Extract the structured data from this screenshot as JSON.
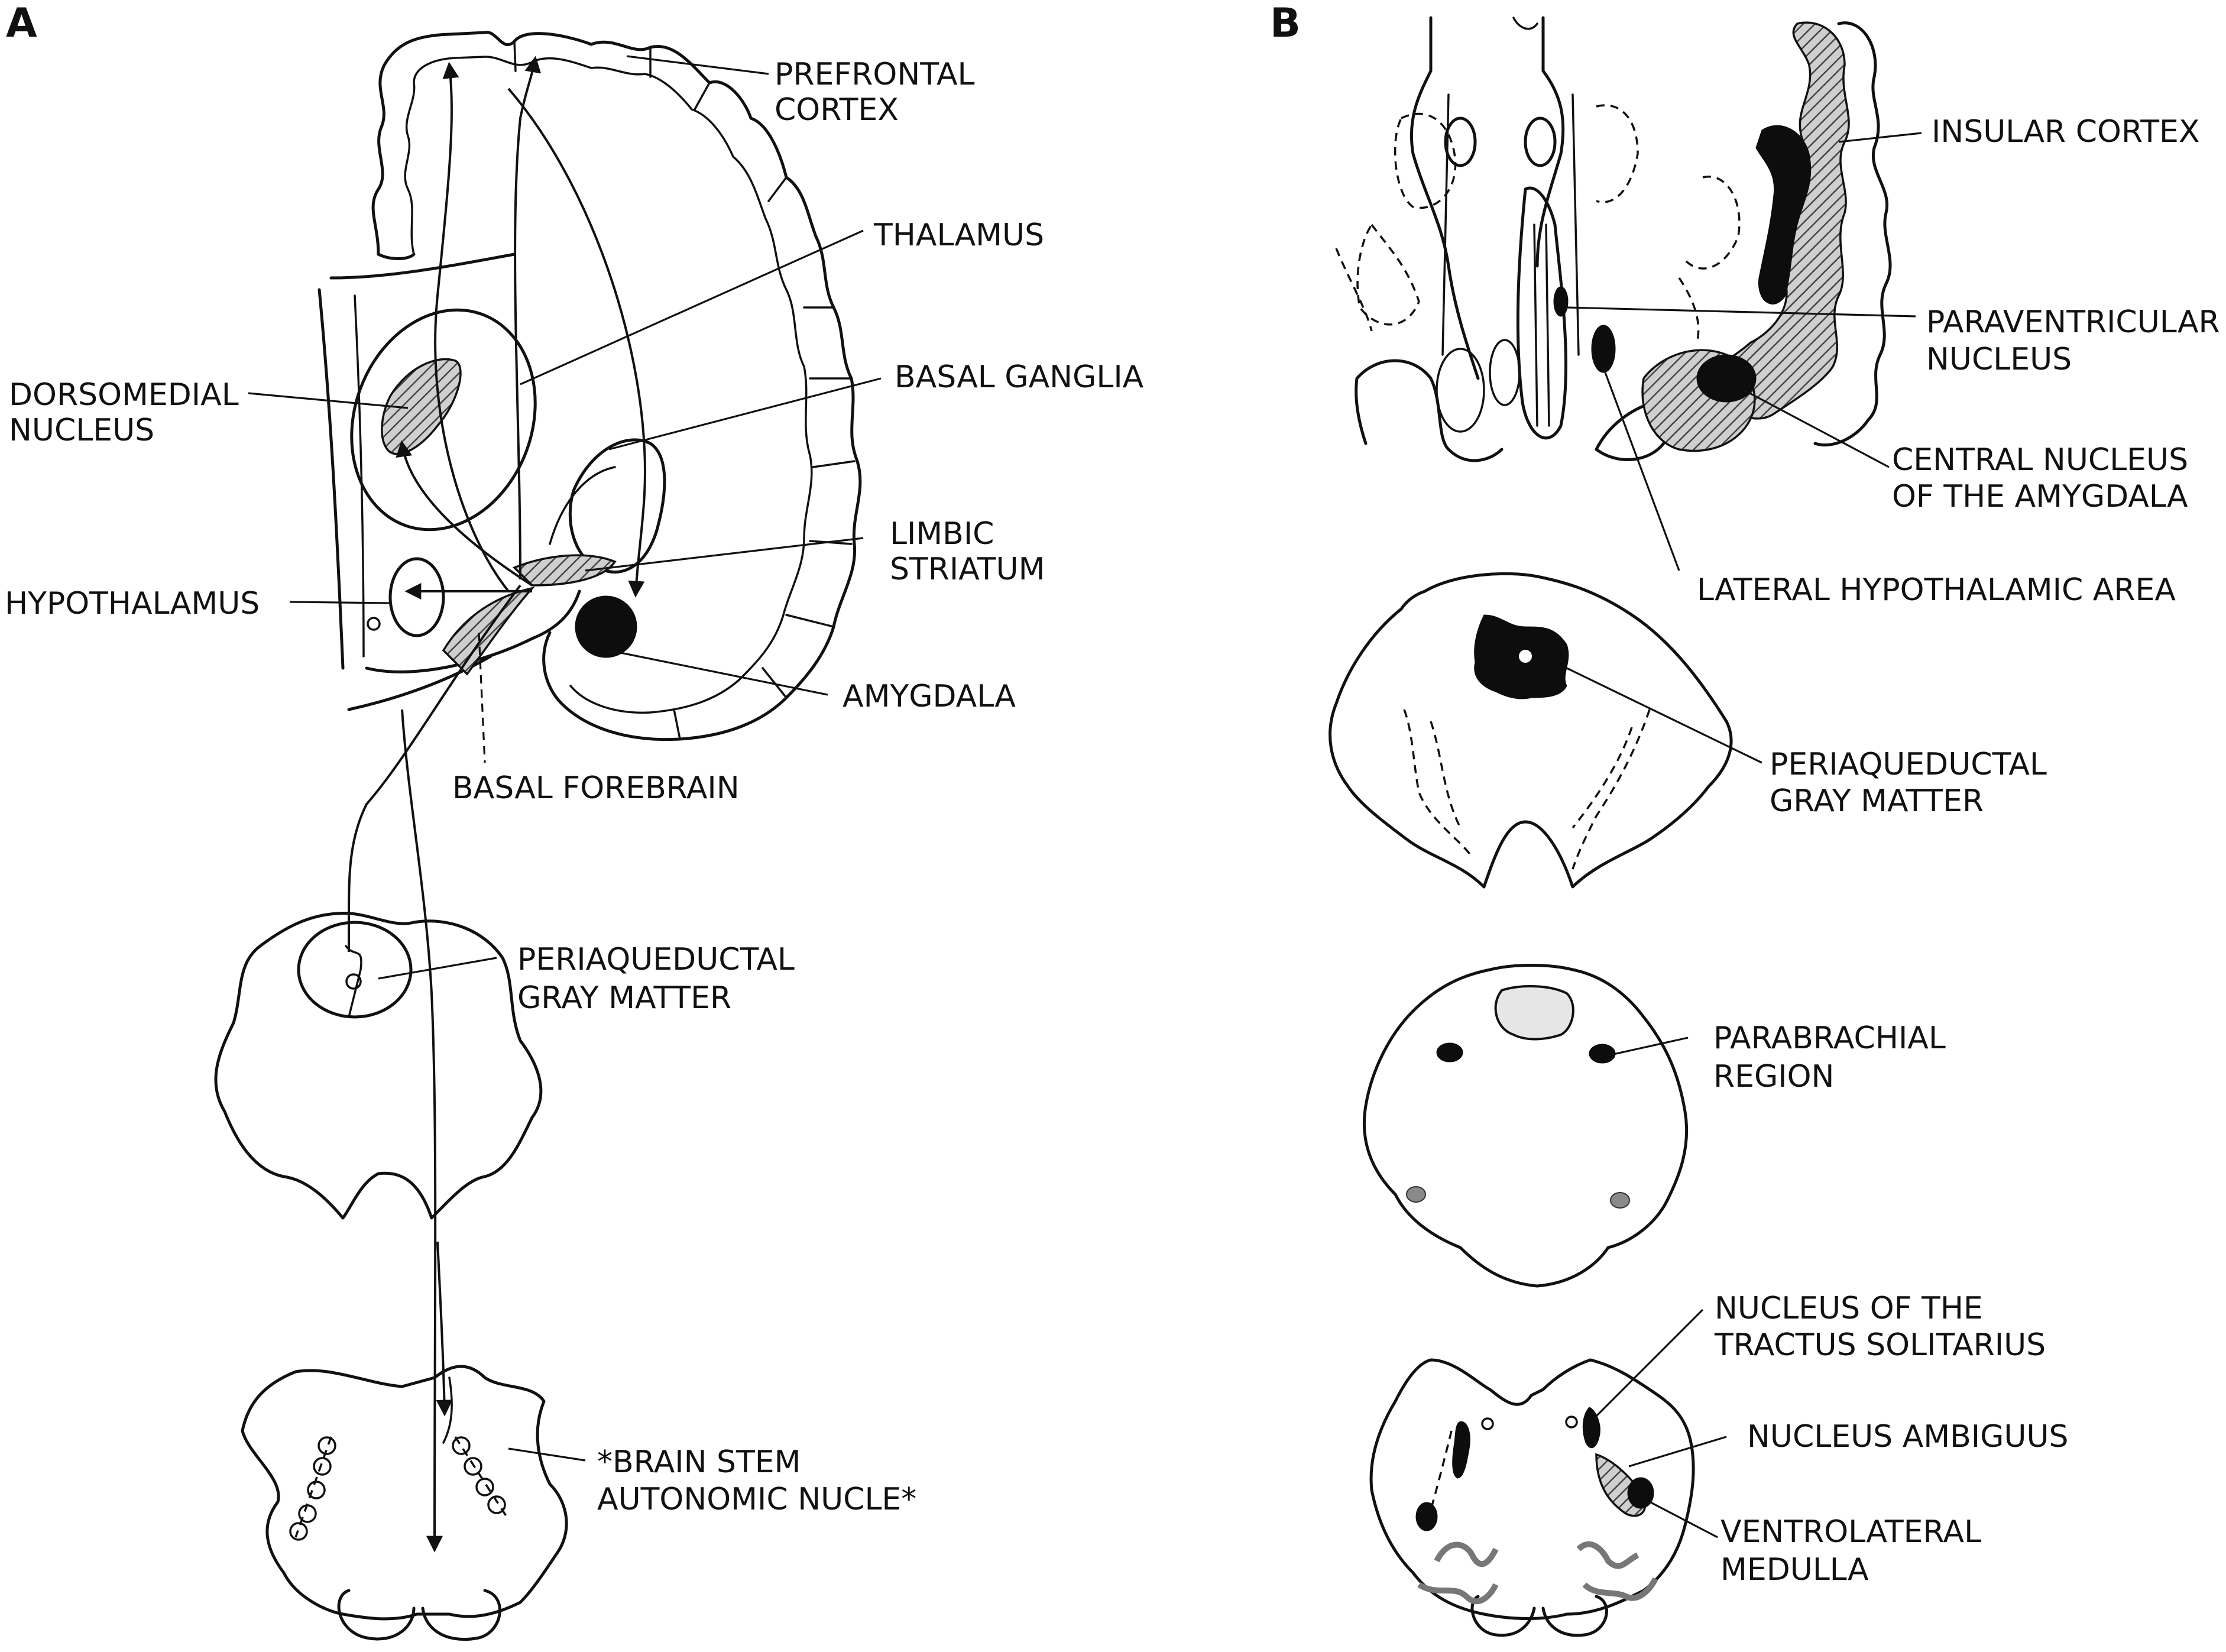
{
  "panels": {
    "a": {
      "letter": "A",
      "labels": {
        "prefrontal_cortex": [
          "PREFRONTAL",
          "CORTEX"
        ],
        "thalamus": [
          "THALAMUS"
        ],
        "dorsomedial_nucleus": [
          "DORSOMEDIAL",
          "NUCLEUS"
        ],
        "basal_ganglia": [
          "BASAL GANGLIA"
        ],
        "limbic_striatum": [
          "LIMBIC",
          "STRIATUM"
        ],
        "hypothalamus": [
          "HYPOTHALAMUS"
        ],
        "amygdala": [
          "AMYGDALA"
        ],
        "basal_forebrain": [
          "BASAL FOREBRAIN"
        ],
        "periaqueductal_gray": [
          "PERIAQUEDUCTAL",
          "GRAY MATTER"
        ],
        "brain_stem_nuclei": [
          "*BRAIN STEM",
          "AUTONOMIC NUCLE*"
        ]
      }
    },
    "b": {
      "letter": "B",
      "labels": {
        "insular_cortex": [
          "INSULAR CORTEX"
        ],
        "paraventricular_nucleus": [
          "PARAVENTRICULAR",
          "NUCLEUS"
        ],
        "central_nucleus_amygdala": [
          "CENTRAL NUCLEUS",
          "OF THE AMYGDALA"
        ],
        "lateral_hypothalamic_area": [
          "LATERAL HYPOTHALAMIC AREA"
        ],
        "periaqueductal_gray": [
          "PERIAQUEDUCTAL",
          "GRAY MATTER"
        ],
        "parabrachial_region": [
          "PARABRACHIAL",
          "REGION"
        ],
        "nucleus_tractus_solitarius": [
          "NUCLEUS OF THE",
          "TRACTUS SOLITARIUS"
        ],
        "nucleus_ambiguus": [
          "NUCLEUS AMBIGUUS"
        ],
        "ventrolateral_medulla": [
          "VENTROLATERAL",
          "MEDULLA"
        ]
      }
    }
  }
}
